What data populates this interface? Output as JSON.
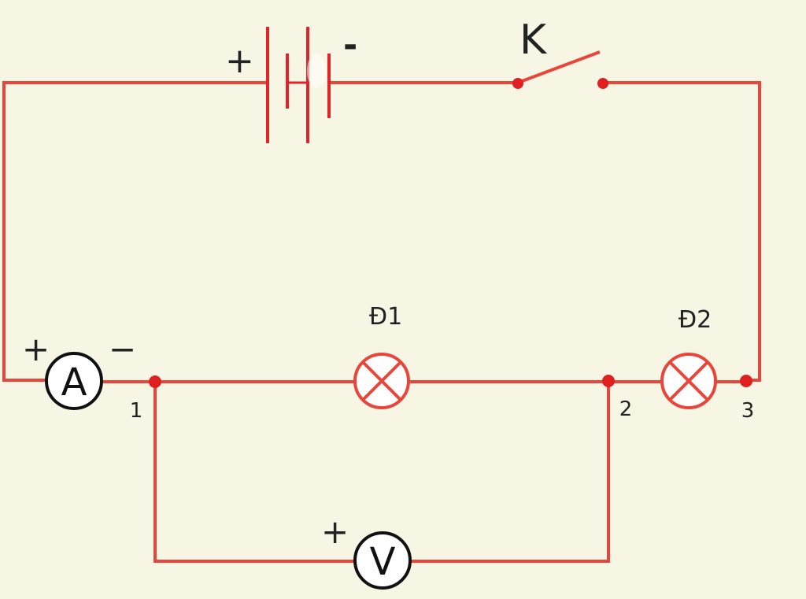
{
  "colors": {
    "background": "#f7f5e3",
    "wire": "#e8463a",
    "battery": "#e0242a",
    "node": "#e02020",
    "meter_stroke": "#111111",
    "meter_fill": "#ffffff",
    "label": "#222222"
  },
  "battery": {
    "plus_label": "+",
    "minus_label": "-"
  },
  "switch": {
    "label": "K"
  },
  "ammeter": {
    "symbol": "A",
    "plus_label": "+",
    "minus_label": "−"
  },
  "voltmeter": {
    "symbol": "V",
    "plus_label": "+"
  },
  "lamps": [
    {
      "label": "Đ1"
    },
    {
      "label": "Đ2"
    }
  ],
  "nodes": [
    {
      "label": "1"
    },
    {
      "label": "2"
    },
    {
      "label": "3"
    }
  ]
}
